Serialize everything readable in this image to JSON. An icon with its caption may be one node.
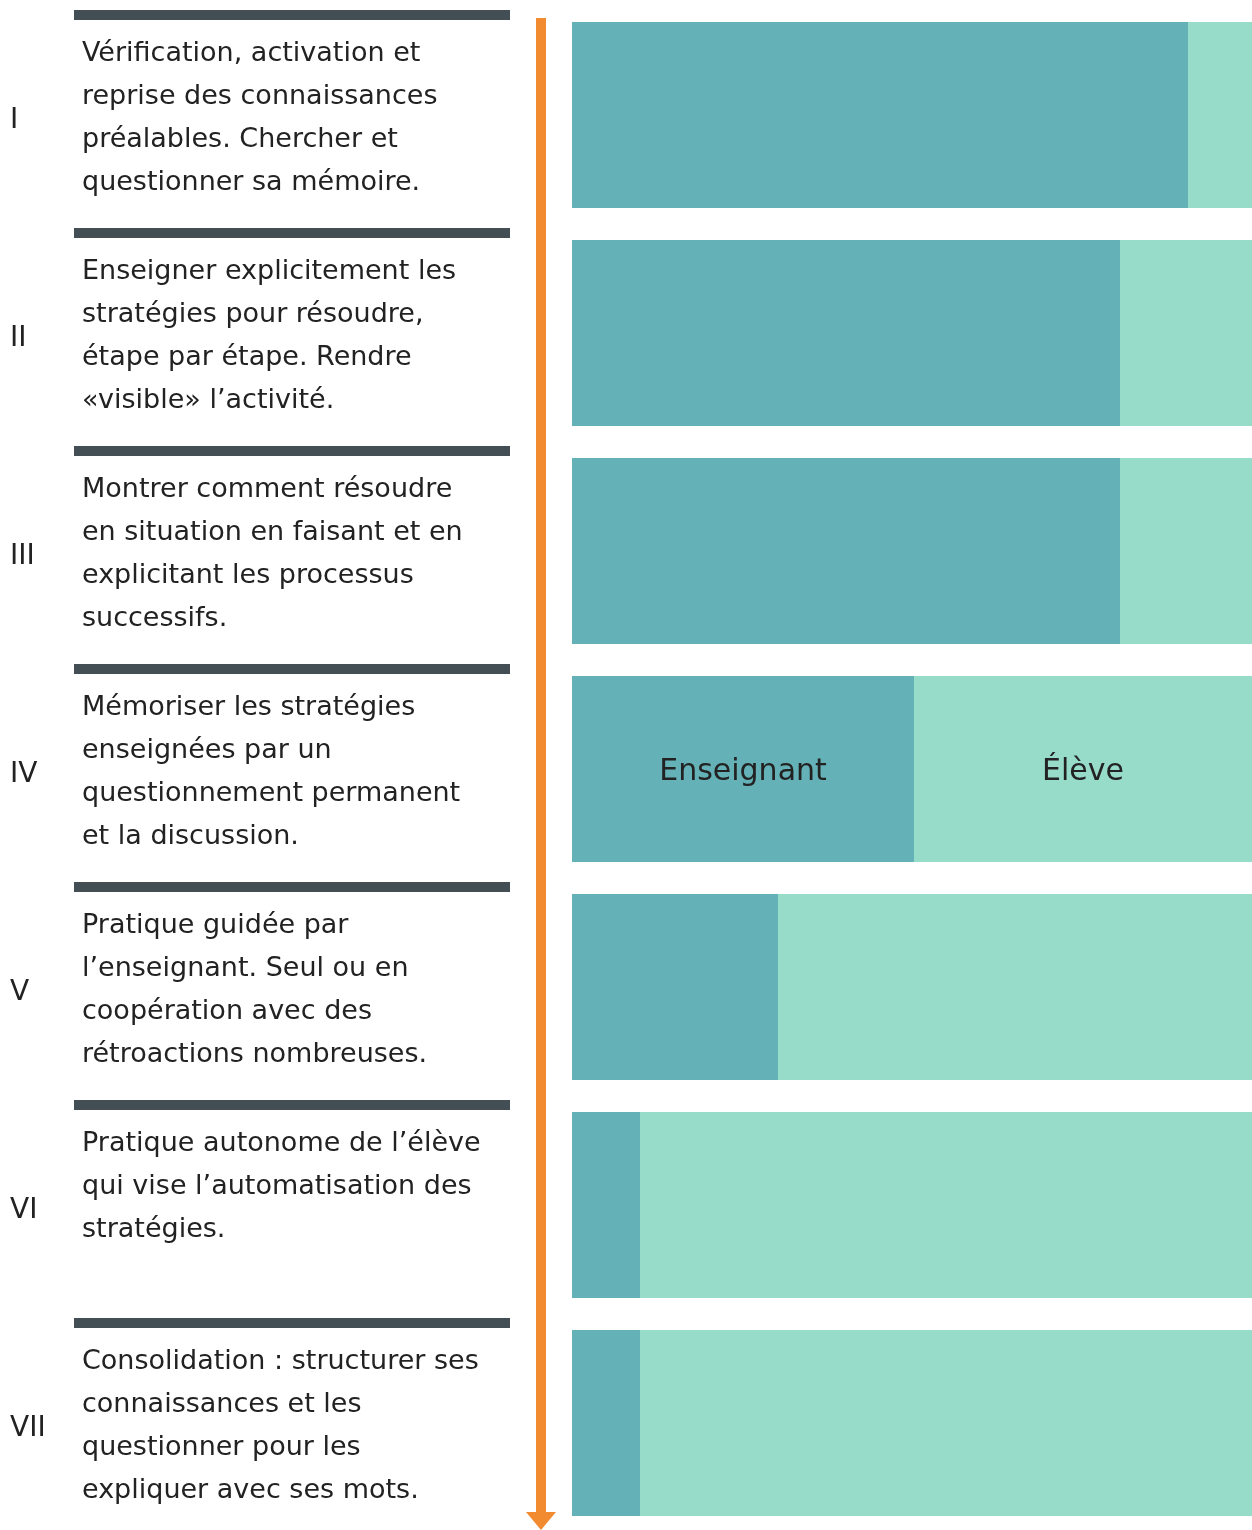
{
  "diagram": {
    "labels": [
      "I",
      "Vérification, activation et reprise des connaissances préalables. Chercher et questionner sa mémoire.",
      "II",
      "Enseigner explicitement les stratégies pour résoudre, étape par étape. Rendre «visible» l’activité.",
      "III",
      "Montrer comment résoudre en situation en faisant et en explicitant les processus successifs.",
      "IV",
      "Mémoriser les stratégies enseignées par un questionnement permanent et la discussion.",
      "Enseignant",
      "Élève",
      "V",
      "Pratique guidée par l’enseignant. Seul ou en coopération avec des rétroactions nombreuses.",
      "VI",
      "Pratique autonome de l’élève qui vise l’automatisation des stratégies.",
      "VII",
      "Consolidation : structurer ses connaissances et les questionner pour les expliquer avec ses mots."
    ]
  }
}
